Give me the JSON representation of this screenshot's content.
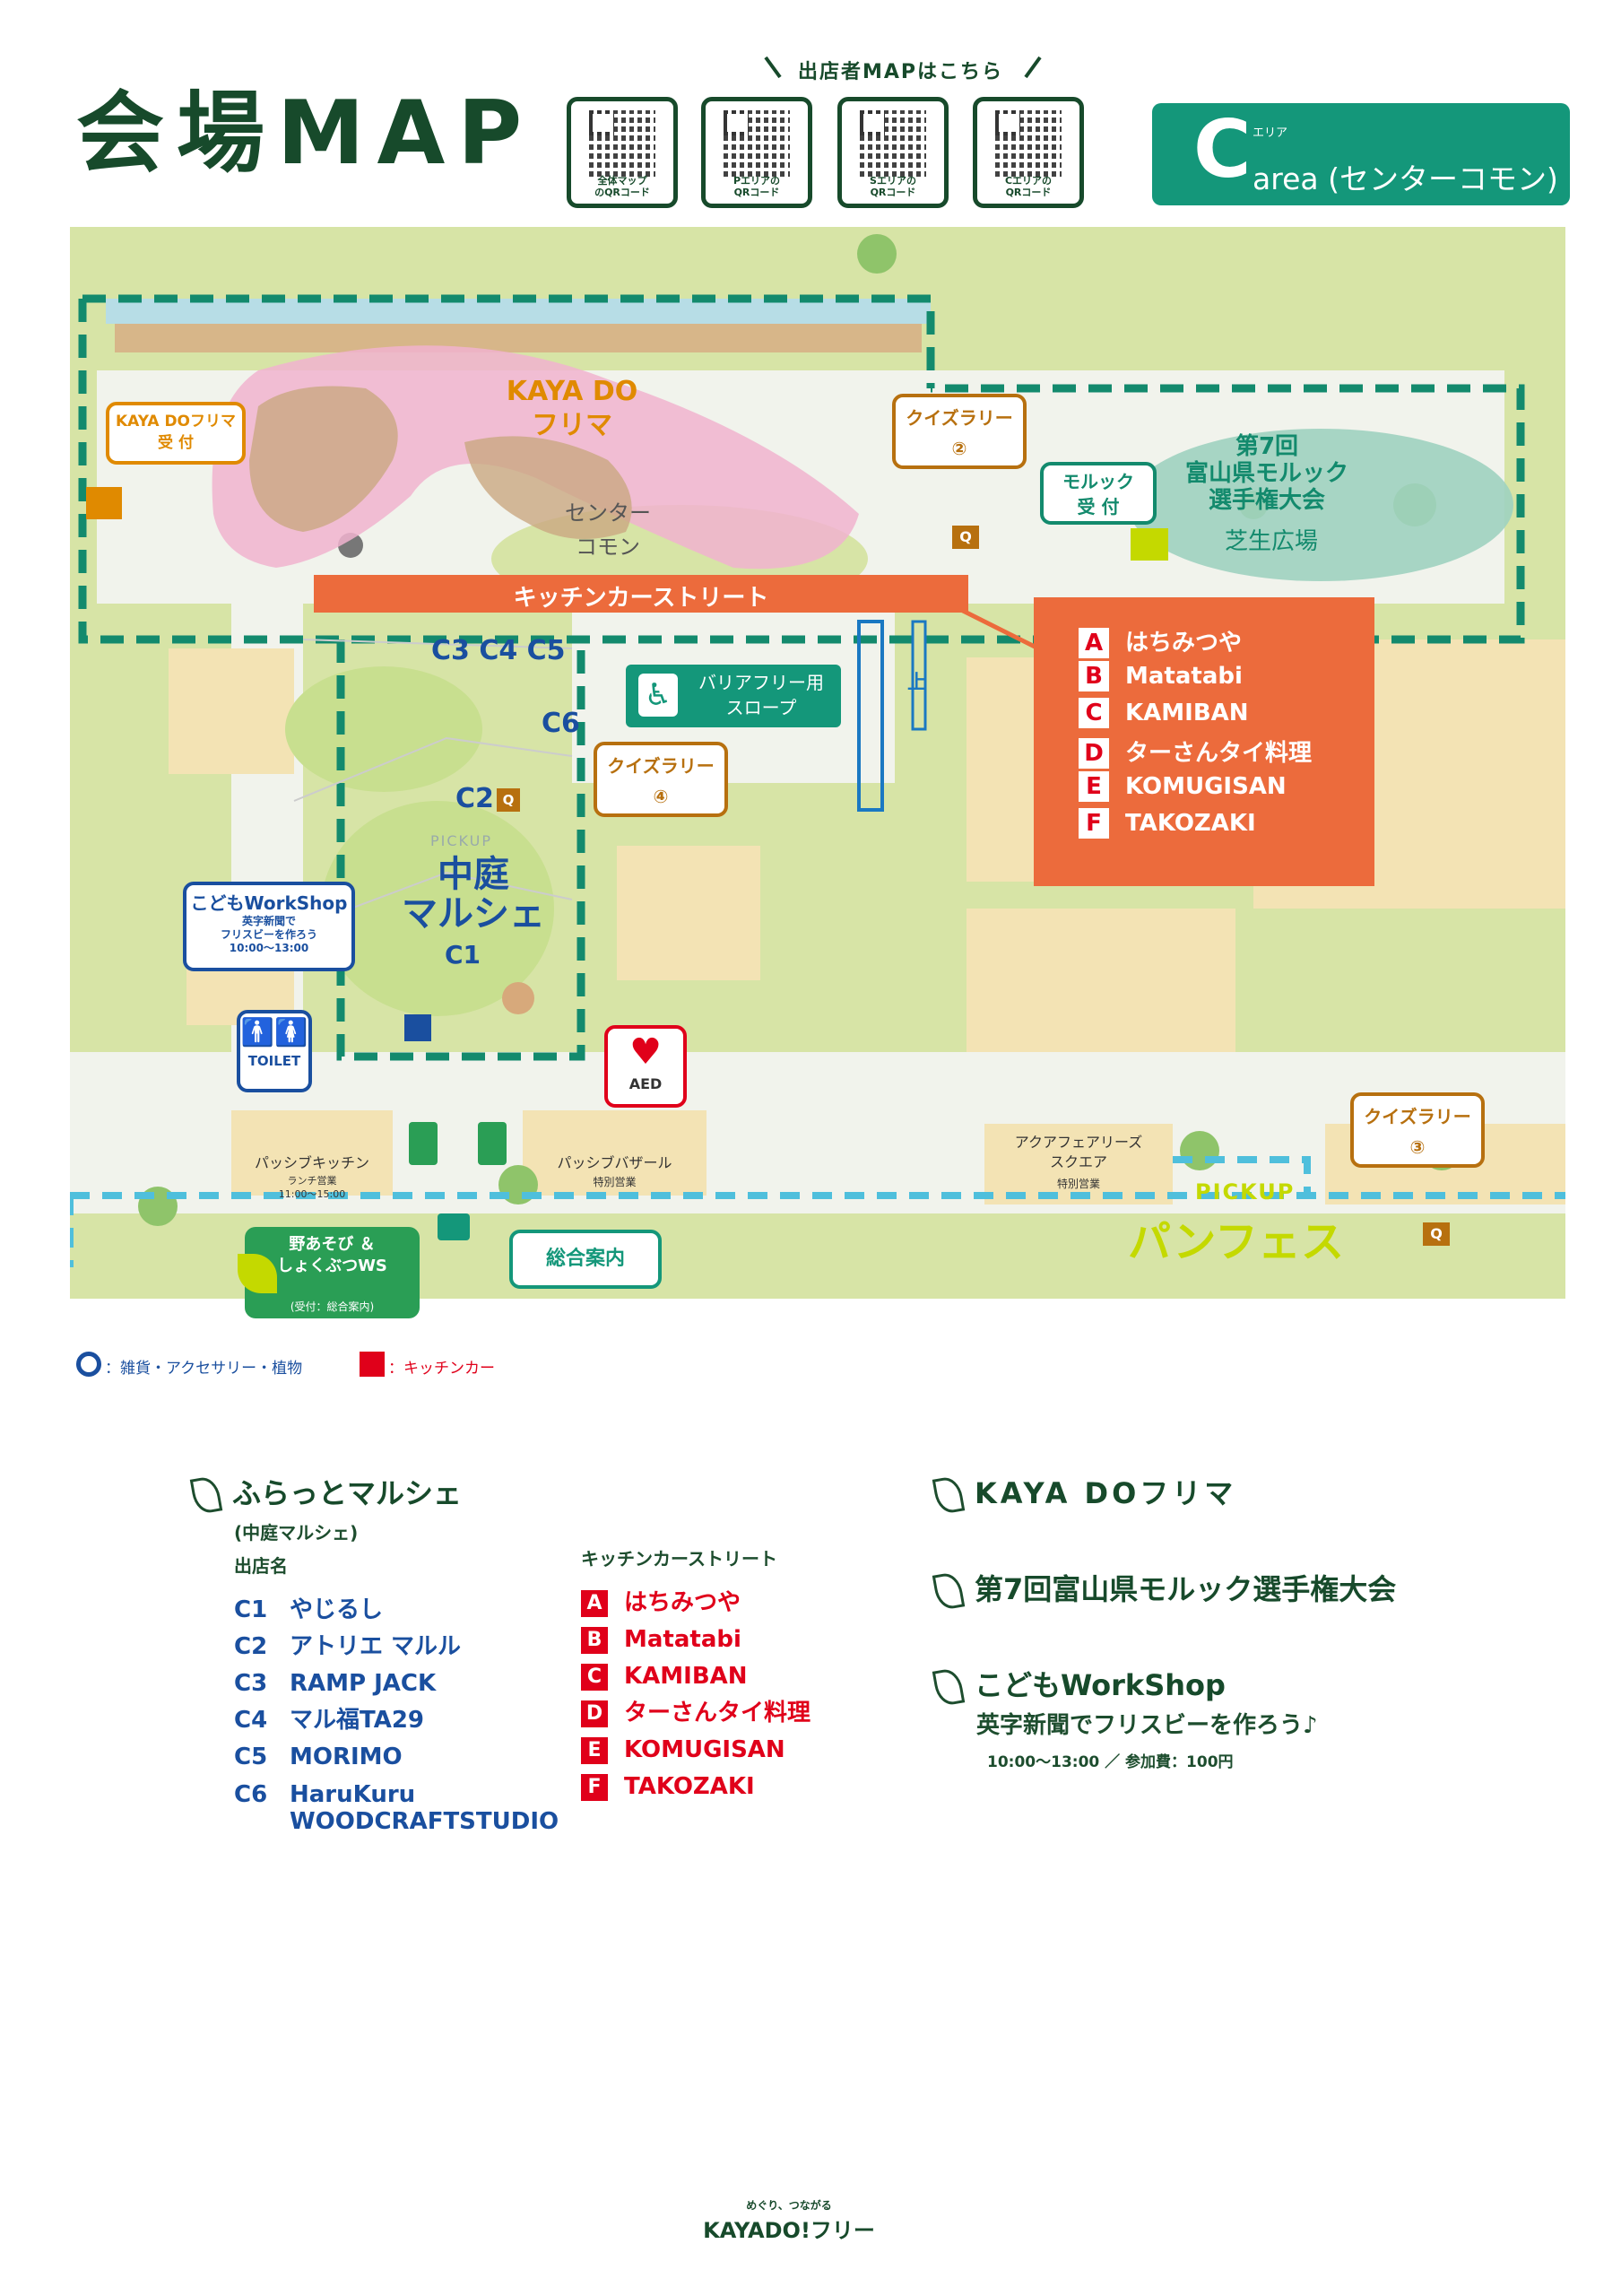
{
  "header": {
    "title": "会場MAP",
    "qr_caption": "出店者MAPはこちら",
    "qr_codes": [
      {
        "label_line1": "全体マップ",
        "label_line2": "のQRコード"
      },
      {
        "label_line1": "Pエリアの",
        "label_line2": "QRコード"
      },
      {
        "label_line1": "Sエリアの",
        "label_line2": "QRコード"
      },
      {
        "label_line1": "Cエリアの",
        "label_line2": "QRコード"
      }
    ],
    "area_letter": "C",
    "area_ruby": "エリア",
    "area_text": "area (センターコモン)"
  },
  "map": {
    "kayado_flea": "KAYA DO\nフリマ",
    "kayado_reception": "KAYA DOフリマ\n受 付",
    "center_common": "センター\nコモン",
    "quiz2": "クイズラリー\n②",
    "quiz3": "クイズラリー\n③",
    "quiz4": "クイズラリー\n④",
    "molkky_reception": "モルック\n受 付",
    "molkky_event": "第7回\n富山県モルック\n選手権大会",
    "lawn": "芝生広場",
    "kitchen_street": "キッチンカーストリート",
    "barrier_free": "バリアフリー用\nスロープ",
    "up_mark": "上",
    "c345": "C3 C4 C5",
    "c6": "C6",
    "c2": "C2",
    "c1": "C1",
    "q": "Q",
    "pickup": "PICKUP",
    "courtyard": "中庭\nマルシェ",
    "kids_ws": "こどもWorkShop",
    "kids_ws_sub": "英字新聞で\nフリスビーを作ろう\n10:00〜13:00",
    "toilet": "TOILET",
    "aed": "AED",
    "passive_kitchen": "パッシブキッチン",
    "passive_kitchen_sub": "ランチ営業\n11:00〜15:00",
    "passive_bazaar": "パッシブバザール",
    "passive_bazaar_sub": "特別営業",
    "aqua": "アクアフェアリーズ\nスクエア",
    "aqua_sub": "特別営業",
    "pan_pickup": "PICKUP",
    "pan_fes": "パンフェス",
    "noasobi": "野あそび ＆\nしょくぶつWS",
    "noasobi_sub": "(受付：総合案内)",
    "info": "総合案内",
    "kitchen_list": [
      {
        "code": "A",
        "name": "はちみつや"
      },
      {
        "code": "B",
        "name": "Matatabi"
      },
      {
        "code": "C",
        "name": "KAMIBAN"
      },
      {
        "code": "D",
        "name": "ターさんタイ料理"
      },
      {
        "code": "E",
        "name": "KOMUGISAN"
      },
      {
        "code": "F",
        "name": "TAKOZAKI"
      }
    ]
  },
  "legend": {
    "circle": "：雑貨・アクセサリー・植物",
    "square": "：キッチンカー"
  },
  "lists": {
    "marche_title": "ふらっとマルシェ",
    "marche_sub": "(中庭マルシェ)",
    "shop_name_label": "出店名",
    "shops": [
      {
        "code": "C1",
        "name": "やじるし"
      },
      {
        "code": "C2",
        "name": "アトリエ マルル"
      },
      {
        "code": "C3",
        "name": "RAMP JACK"
      },
      {
        "code": "C4",
        "name": "マル福TA29"
      },
      {
        "code": "C5",
        "name": "MORIMO"
      },
      {
        "code": "C6",
        "name": "HaruKuru\nWOODCRAFTSTUDIO"
      }
    ],
    "kitchen_label": "キッチンカーストリート",
    "kayado": "KAYA DOフリマ",
    "molkky": "第7回富山県モルック選手権大会",
    "kids_title": "こどもWorkShop",
    "kids_desc": "英字新聞でフリスビーを作ろう♪",
    "kids_time": "10:00〜13:00 ／ 参加費：100円"
  },
  "footer": {
    "tagline": "めぐり、つながる",
    "logo": "KAYADO!フリー"
  },
  "colors": {
    "dark_green": "#174a2b",
    "teal": "#14977a",
    "kitchen_orange": "#ec6b3c",
    "kitchen_red": "#e0001a",
    "quiz_brown": "#b7700f",
    "blue": "#1a4f9f",
    "pink": "#f1b3cf",
    "path_teal": "#138a6d",
    "path_lightblue": "#4fbfdc",
    "yellow_green": "#c4d900"
  }
}
